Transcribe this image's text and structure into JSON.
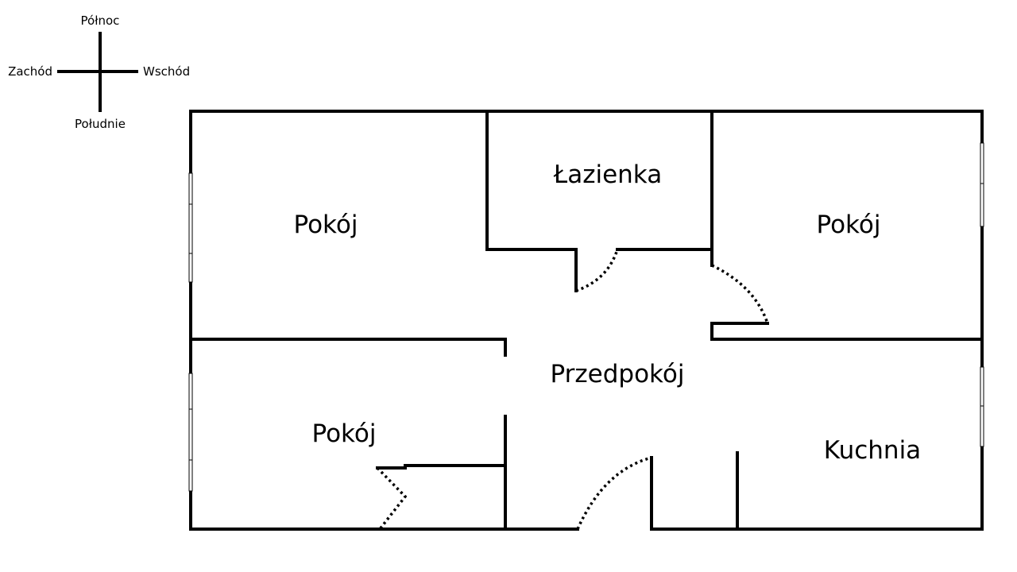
{
  "compass": {
    "north": "Północ",
    "south": "Południe",
    "west": "Zachód",
    "east": "Wschód"
  },
  "rooms": {
    "room_nw": "Pokój",
    "bathroom": "Łazienka",
    "room_ne": "Pokój",
    "hallway": "Przedpokój",
    "room_sw": "Pokój",
    "kitchen": "Kuchnia"
  }
}
